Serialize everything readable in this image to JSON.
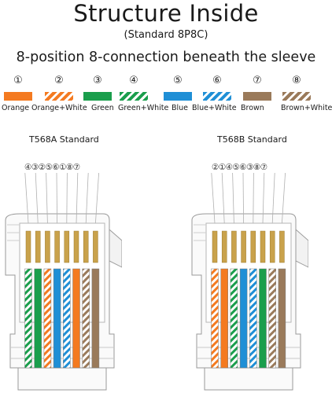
{
  "title": "Structure Inside",
  "subtitle": "(Standard 8P8C)",
  "tagline": "8-position 8-connection beneath the sleeve",
  "wires": [
    {
      "num": "①",
      "label": "Orange",
      "color": "#f47a20",
      "striped": false
    },
    {
      "num": "②",
      "label": "Orange+White",
      "color": "#f47a20",
      "striped": true
    },
    {
      "num": "③",
      "label": "Green",
      "color": "#1a9e4c",
      "striped": false
    },
    {
      "num": "④",
      "label": "Green+White",
      "color": "#1a9e4c",
      "striped": true
    },
    {
      "num": "⑤",
      "label": "Blue",
      "color": "#1f8fd6",
      "striped": false
    },
    {
      "num": "⑥",
      "label": "Blue+White",
      "color": "#1f8fd6",
      "striped": true
    },
    {
      "num": "⑦",
      "label": "Brown",
      "color": "#9a7a5a",
      "striped": false
    },
    {
      "num": "⑧",
      "label": "Brown+White",
      "color": "#9a7a5a",
      "striped": true
    }
  ],
  "standards": [
    {
      "name": "T568A Standard",
      "order_text": "④③②⑤⑥①⑧⑦",
      "order": [
        4,
        3,
        2,
        5,
        6,
        1,
        8,
        7
      ]
    },
    {
      "name": "T568B Standard",
      "order_text": "②①④⑤⑥③⑧⑦",
      "order": [
        2,
        1,
        4,
        5,
        6,
        3,
        8,
        7
      ]
    }
  ]
}
